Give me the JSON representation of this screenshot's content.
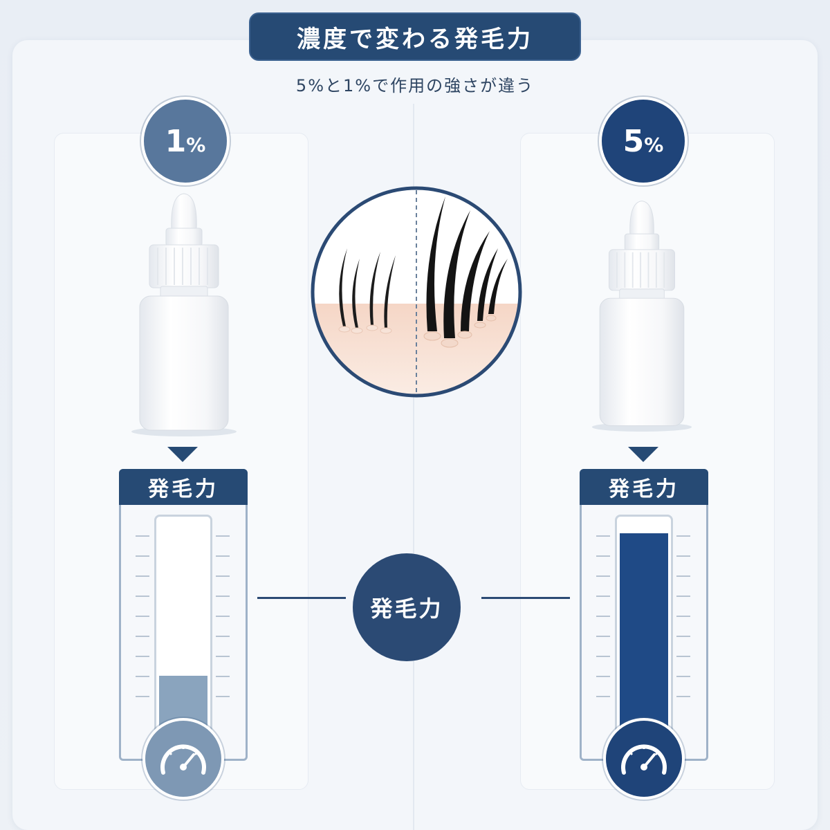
{
  "title": "濃度で変わる発毛力",
  "subtitle": "5%と1%で作用の強さが違う",
  "center_label": "発毛力",
  "left": {
    "concentration_number": "1",
    "concentration_unit": "%",
    "gauge_label": "発毛力",
    "gauge_level": 0.33,
    "badge_color": "#58779c",
    "fill_color": "#8aa4be",
    "dial_color": "#7e98b4"
  },
  "right": {
    "concentration_number": "5",
    "concentration_unit": "%",
    "gauge_label": "発毛力",
    "gauge_level": 0.93,
    "badge_color": "#1f4479",
    "fill_color": "#1f4a86",
    "dial_color": "#1f4479"
  },
  "colors": {
    "accent": "#264a74",
    "background": "#f3f6fa"
  },
  "icons": [
    "dropper-bottle-icon",
    "hair-follicle-icon",
    "speedometer-icon",
    "down-arrow-icon"
  ]
}
